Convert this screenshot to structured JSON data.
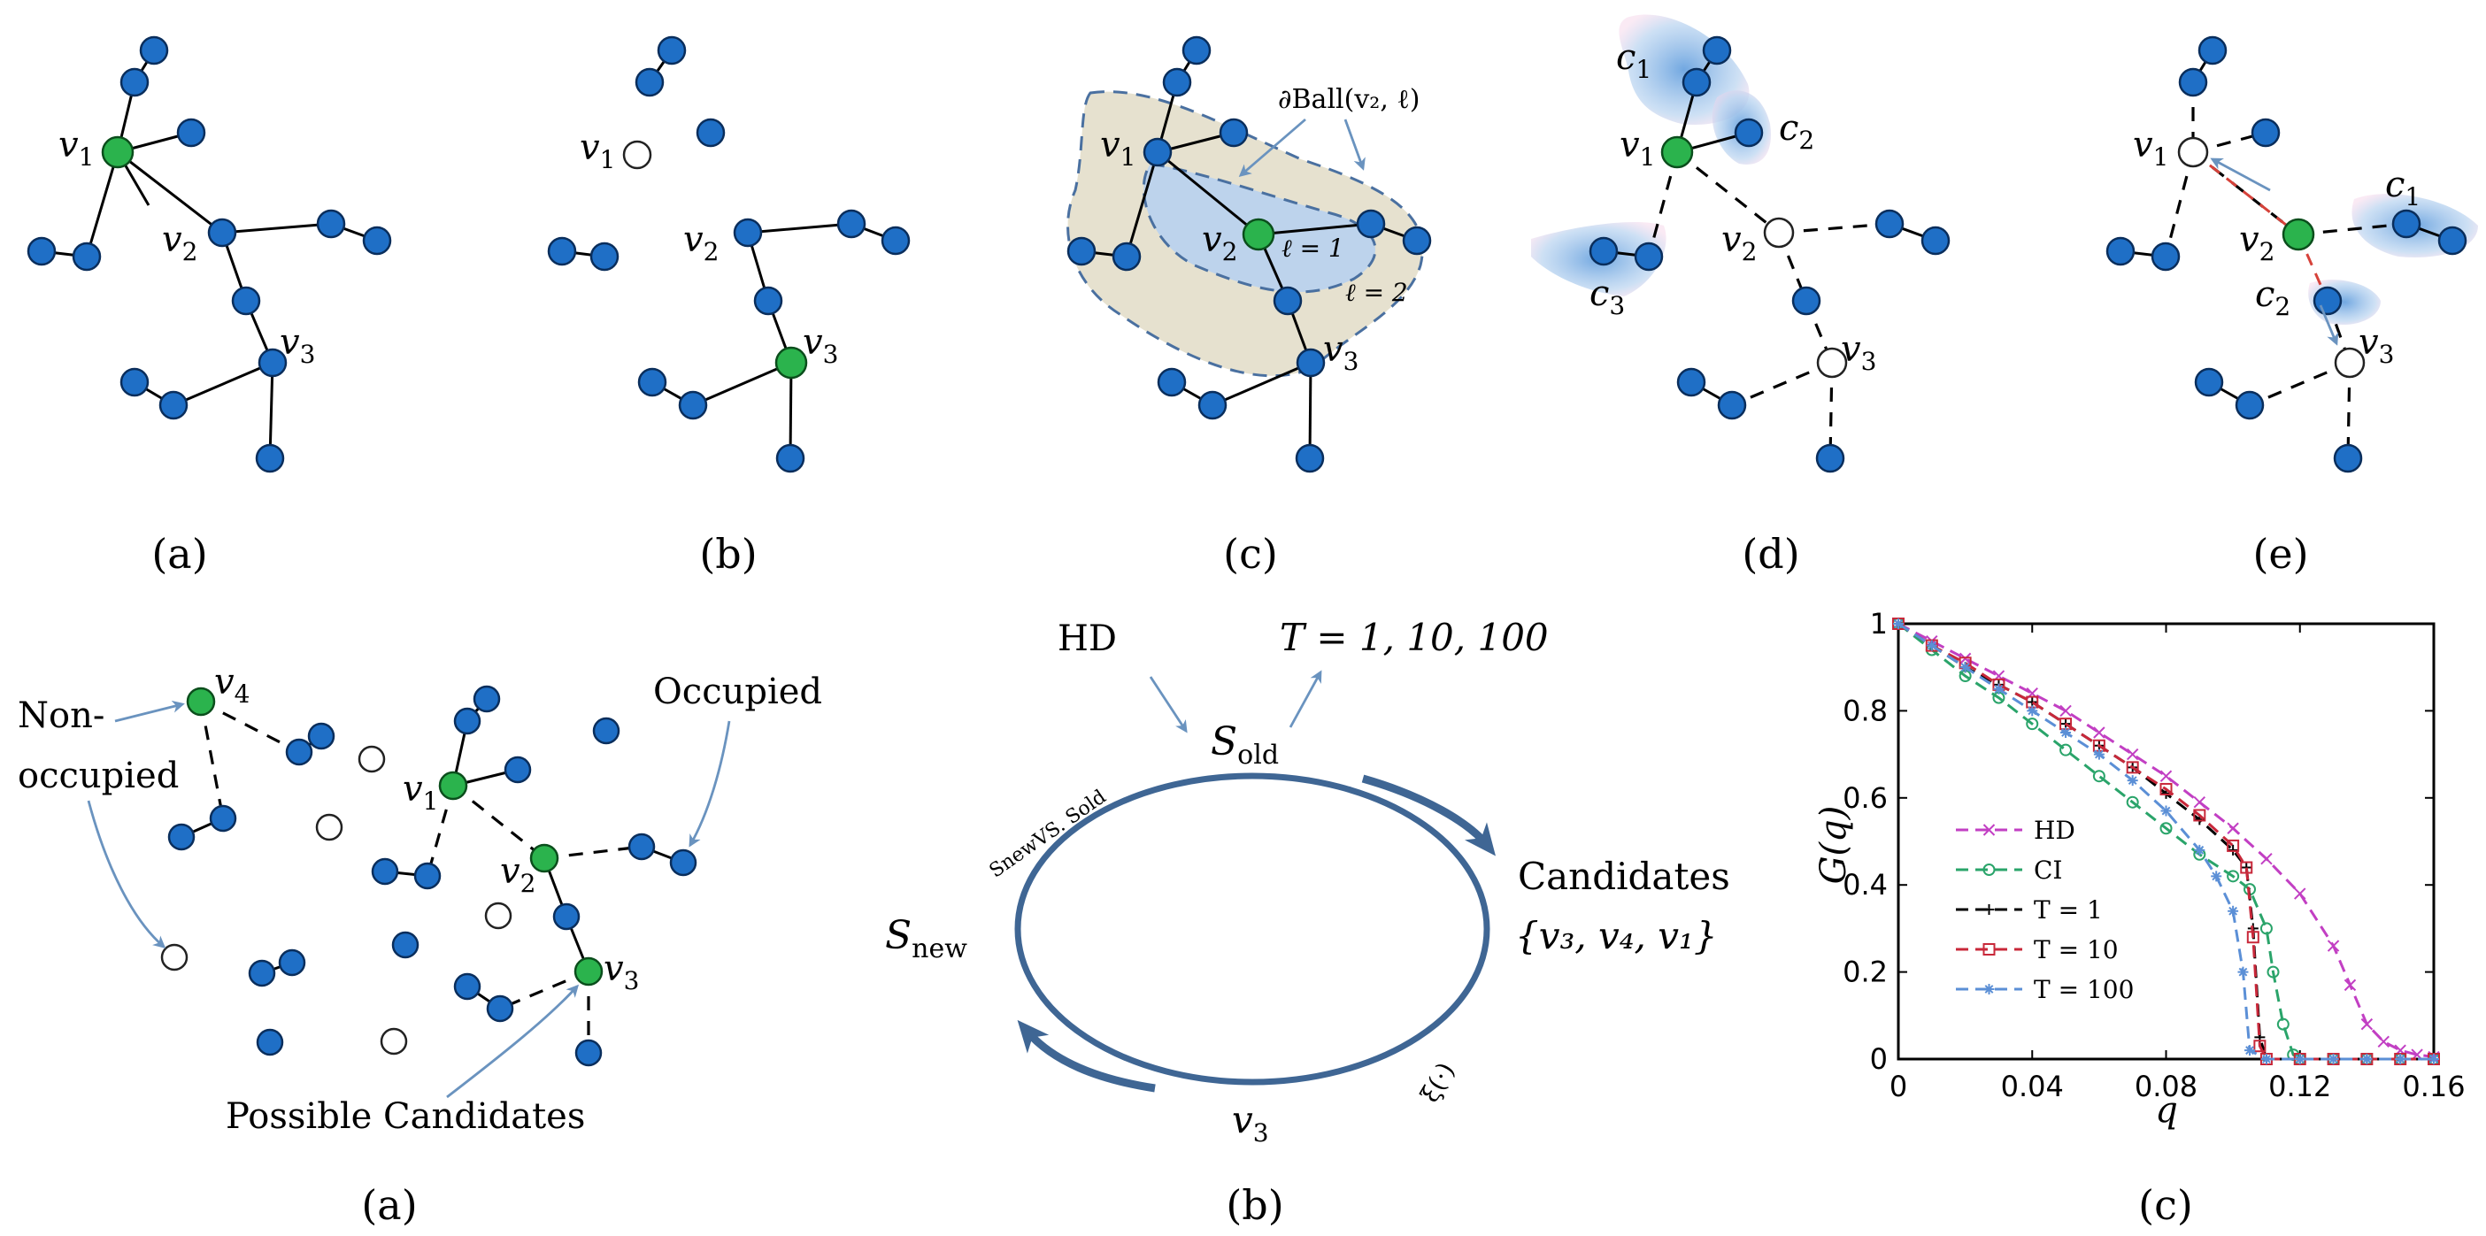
{
  "panel_labels_top": [
    "(a)",
    "(b)",
    "(c)",
    "(d)",
    "(e)"
  ],
  "panel_labels_bottom": [
    "(a)",
    "(b)",
    "(c)"
  ],
  "top": {
    "a": {
      "v1": "v",
      "v1_sub": "1",
      "v2": "v",
      "v2_sub": "2",
      "v3": "v",
      "v3_sub": "3"
    },
    "b": {
      "v1": "v",
      "v1_sub": "1",
      "v2": "v",
      "v2_sub": "2",
      "v3": "v",
      "v3_sub": "3"
    },
    "c": {
      "v1": "v",
      "v1_sub": "1",
      "v2": "v",
      "v2_sub": "2",
      "v3": "v",
      "v3_sub": "3",
      "ball_label": "∂Ball(v₂, ℓ)",
      "l1": "ℓ = 1",
      "l2": "ℓ = 2"
    },
    "d": {
      "v1": "v",
      "v1_sub": "1",
      "v2": "v",
      "v2_sub": "2",
      "v3": "v",
      "v3_sub": "3",
      "c1": "c",
      "c1_sub": "1",
      "c2": "c",
      "c2_sub": "2",
      "c3": "c",
      "c3_sub": "3"
    },
    "e": {
      "v1": "v",
      "v1_sub": "1",
      "v2": "v",
      "v2_sub": "2",
      "v3": "v",
      "v3_sub": "3",
      "c1": "c",
      "c1_sub": "1",
      "c2": "c",
      "c2_sub": "2"
    }
  },
  "bottom_a": {
    "v1": "v",
    "v1_sub": "1",
    "v2": "v",
    "v2_sub": "2",
    "v3": "v",
    "v3_sub": "3",
    "v4": "v",
    "v4_sub": "4",
    "non_occupied_line1": "Non-",
    "non_occupied_line2": "occupied",
    "occupied": "Occupied",
    "possible_candidates": "Possible Candidates"
  },
  "bottom_b": {
    "hd": "HD",
    "t_values": "T = 1, 10, 100",
    "s_old": "S",
    "s_old_sub": "old",
    "s_new": "S",
    "s_new_sub": "new",
    "candidates_line1": "Candidates",
    "candidates_line2": "{v₃, v₄, v₁}",
    "v3": "v",
    "v3_sub": "3",
    "compare": "SnewVS. Sold",
    "xi": "ξ(·)"
  },
  "chart_data": {
    "type": "line",
    "xlabel": "q",
    "ylabel": "G(q)",
    "xlim": [
      0,
      0.16
    ],
    "ylim": [
      0,
      1
    ],
    "xticks": [
      "0",
      "0.04",
      "0.08",
      "0.12",
      "0.16"
    ],
    "yticks": [
      "0",
      "0.2",
      "0.4",
      "0.6",
      "0.8",
      "1"
    ],
    "legend_position": "lower-left",
    "series": [
      {
        "name": "HD",
        "color": "#c23fc3",
        "marker": "x",
        "x": [
          0,
          0.01,
          0.02,
          0.03,
          0.04,
          0.05,
          0.06,
          0.07,
          0.08,
          0.09,
          0.1,
          0.11,
          0.12,
          0.13,
          0.135,
          0.14,
          0.145,
          0.15,
          0.155,
          0.16
        ],
        "y": [
          1,
          0.96,
          0.92,
          0.88,
          0.84,
          0.8,
          0.75,
          0.7,
          0.65,
          0.59,
          0.53,
          0.46,
          0.38,
          0.26,
          0.17,
          0.08,
          0.04,
          0.02,
          0.01,
          0.005
        ]
      },
      {
        "name": "CI",
        "color": "#2aa46a",
        "marker": "o",
        "x": [
          0,
          0.01,
          0.02,
          0.03,
          0.04,
          0.05,
          0.06,
          0.07,
          0.08,
          0.09,
          0.1,
          0.105,
          0.11,
          0.112,
          0.115,
          0.118,
          0.12,
          0.13,
          0.14,
          0.15,
          0.16
        ],
        "y": [
          1,
          0.94,
          0.88,
          0.83,
          0.77,
          0.71,
          0.65,
          0.59,
          0.53,
          0.47,
          0.42,
          0.39,
          0.3,
          0.2,
          0.08,
          0.01,
          0,
          0,
          0,
          0,
          0
        ]
      },
      {
        "name": "T = 1",
        "color": "#000000",
        "marker": "+",
        "x": [
          0,
          0.01,
          0.02,
          0.03,
          0.04,
          0.05,
          0.06,
          0.07,
          0.08,
          0.09,
          0.1,
          0.104,
          0.106,
          0.108,
          0.11,
          0.12,
          0.13,
          0.14,
          0.15,
          0.16
        ],
        "y": [
          1,
          0.95,
          0.9,
          0.86,
          0.82,
          0.77,
          0.72,
          0.67,
          0.61,
          0.55,
          0.48,
          0.44,
          0.3,
          0.05,
          0,
          0,
          0,
          0,
          0,
          0
        ]
      },
      {
        "name": "T = 10",
        "color": "#c8283a",
        "marker": "s",
        "x": [
          0,
          0.01,
          0.02,
          0.03,
          0.04,
          0.05,
          0.06,
          0.07,
          0.08,
          0.09,
          0.1,
          0.104,
          0.106,
          0.108,
          0.11,
          0.12,
          0.13,
          0.14,
          0.15,
          0.16
        ],
        "y": [
          1,
          0.95,
          0.91,
          0.86,
          0.82,
          0.77,
          0.72,
          0.67,
          0.62,
          0.56,
          0.49,
          0.44,
          0.28,
          0.03,
          0,
          0,
          0,
          0,
          0,
          0
        ]
      },
      {
        "name": "T = 100",
        "color": "#5b8fd6",
        "marker": "*",
        "x": [
          0,
          0.01,
          0.02,
          0.03,
          0.04,
          0.05,
          0.06,
          0.07,
          0.08,
          0.09,
          0.095,
          0.1,
          0.103,
          0.105,
          0.11,
          0.12,
          0.13,
          0.14,
          0.15,
          0.16
        ],
        "y": [
          1,
          0.95,
          0.9,
          0.85,
          0.8,
          0.75,
          0.7,
          0.64,
          0.57,
          0.48,
          0.42,
          0.34,
          0.2,
          0.02,
          0,
          0,
          0,
          0,
          0,
          0
        ]
      }
    ]
  },
  "colors": {
    "blue_node": "#1f6fc6",
    "green_node": "#2bb34d",
    "arrow": "#6a93bf",
    "ball_outer": "#e6e1cf",
    "ball_inner": "#bdd3ec"
  }
}
